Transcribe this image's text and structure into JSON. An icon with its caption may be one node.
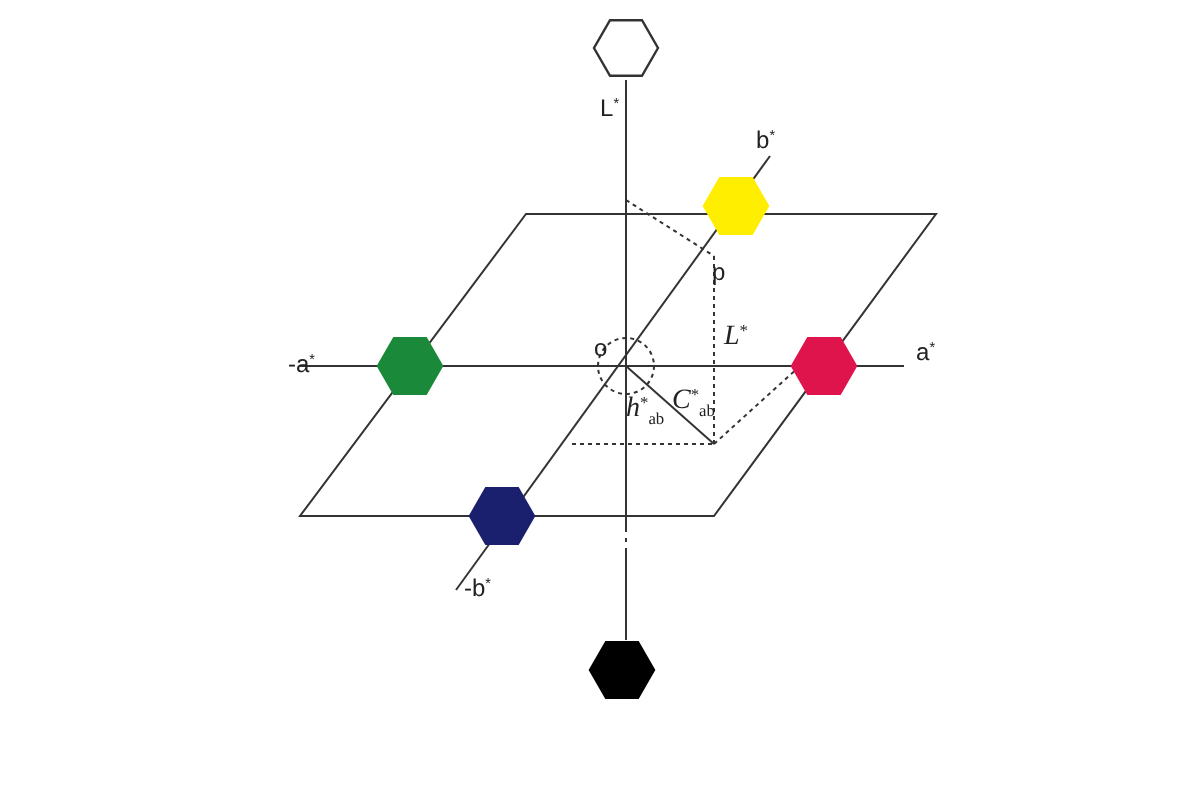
{
  "diagram": {
    "labels": [
      "L$^{*}$",
      "b$^{*}$",
      "p",
      "-a$^{*}$",
      "o",
      "*L*$^{*}$",
      "a$^{*}$",
      "*h*$^{*}$$_{ab}$",
      "*C*$^{*}$$_{ab}$",
      "-b$^{*}$"
    ]
  }
}
